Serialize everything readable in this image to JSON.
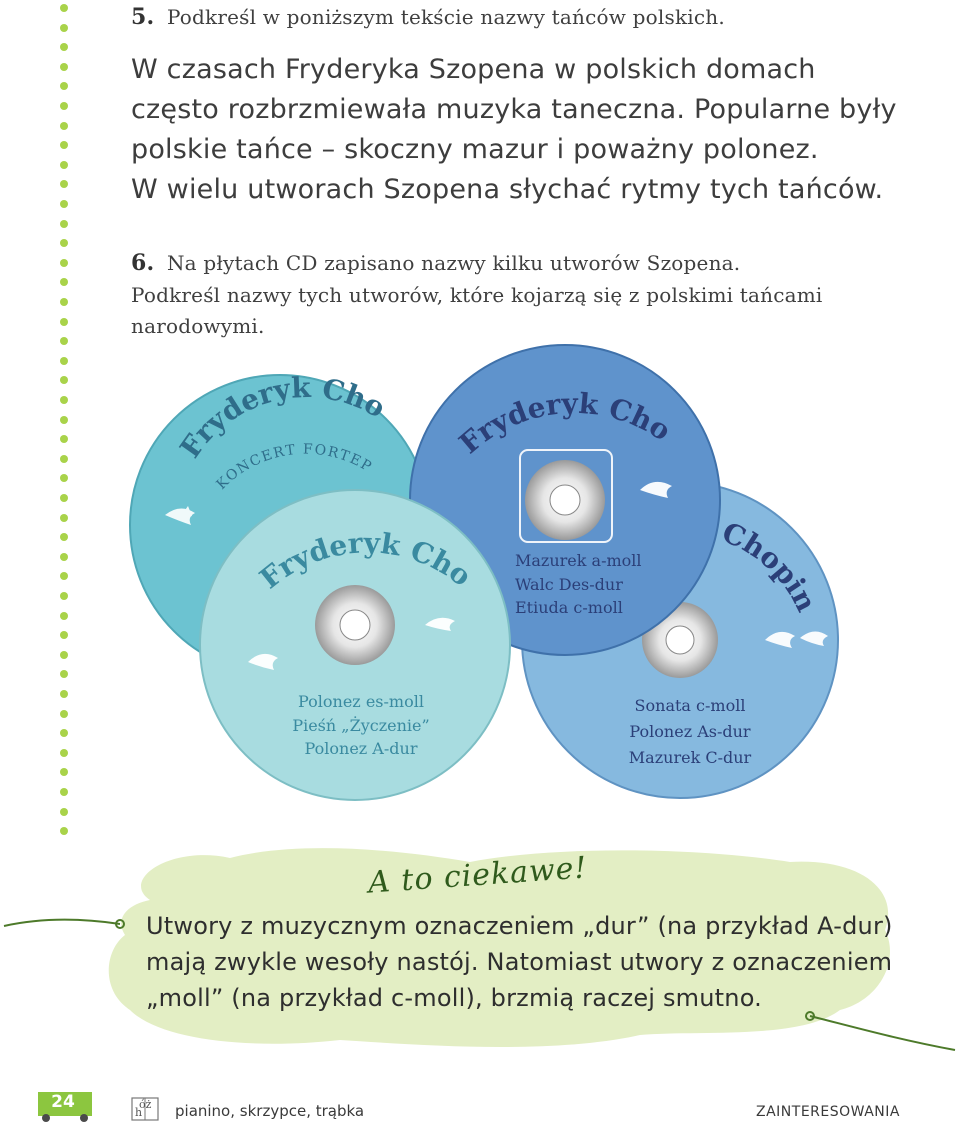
{
  "task5": {
    "number": "5.",
    "instruction": "Podkreśl w poniższym tekście nazwy tańców polskich.",
    "paragraph": [
      "W czasach Fryderyka Szopena w polskich domach",
      "często rozbrzmiewała muzyka taneczna. Popularne były",
      "polskie tańce – skoczny mazur i poważny polonez.",
      "W wielu utworach Szopena słychać rytmy tych tańców."
    ]
  },
  "task6": {
    "number": "6.",
    "instruction_lines": [
      "Na płytach CD zapisano nazwy kilku utworów Szopena.",
      "Podkreśl nazwy tych utworów, które kojarzą się z polskimi tańcami",
      "narodowymi."
    ]
  },
  "cds": {
    "cd1": {
      "title": "Fryderyk Chopin",
      "subtitle": "KONCERT FORTEPIANOWY",
      "color": "#6cc3d1"
    },
    "cd2": {
      "title": "Fryderyk Chopin",
      "tracks": [
        "Mazurek a-moll",
        "Walc Des-dur",
        "Etiuda c-moll"
      ],
      "color": "#5f93cc"
    },
    "cd3": {
      "title": "Fryderyk Chopin",
      "tracks": [
        "Polonez es-moll",
        "Pieśń „Życzenie”",
        "Polonez A-dur"
      ],
      "color": "#a8dce0"
    },
    "cd4": {
      "title": "Chopin",
      "tracks": [
        "Sonata c-moll",
        "Polonez As-dur",
        "Mazurek C-dur"
      ],
      "color": "#86b9df"
    }
  },
  "fact_box": {
    "title": "A to ciekawe!",
    "lines": [
      "Utwory z muzycznym oznaczeniem „dur” (na przykład A-dur)",
      "mają zwykle wesoły nastój. Natomiast utwory z oznaczeniem",
      "„moll” (na przykład c-moll), brzmią raczej smutno."
    ],
    "color": "#e3eec4"
  },
  "footer": {
    "page_number": "24",
    "icon_glyphs": "óż",
    "icon_glyph_h": "h",
    "left_text": "pianino, skrzypce, trąbka",
    "right_text": "ZAINTERESOWANIA"
  }
}
